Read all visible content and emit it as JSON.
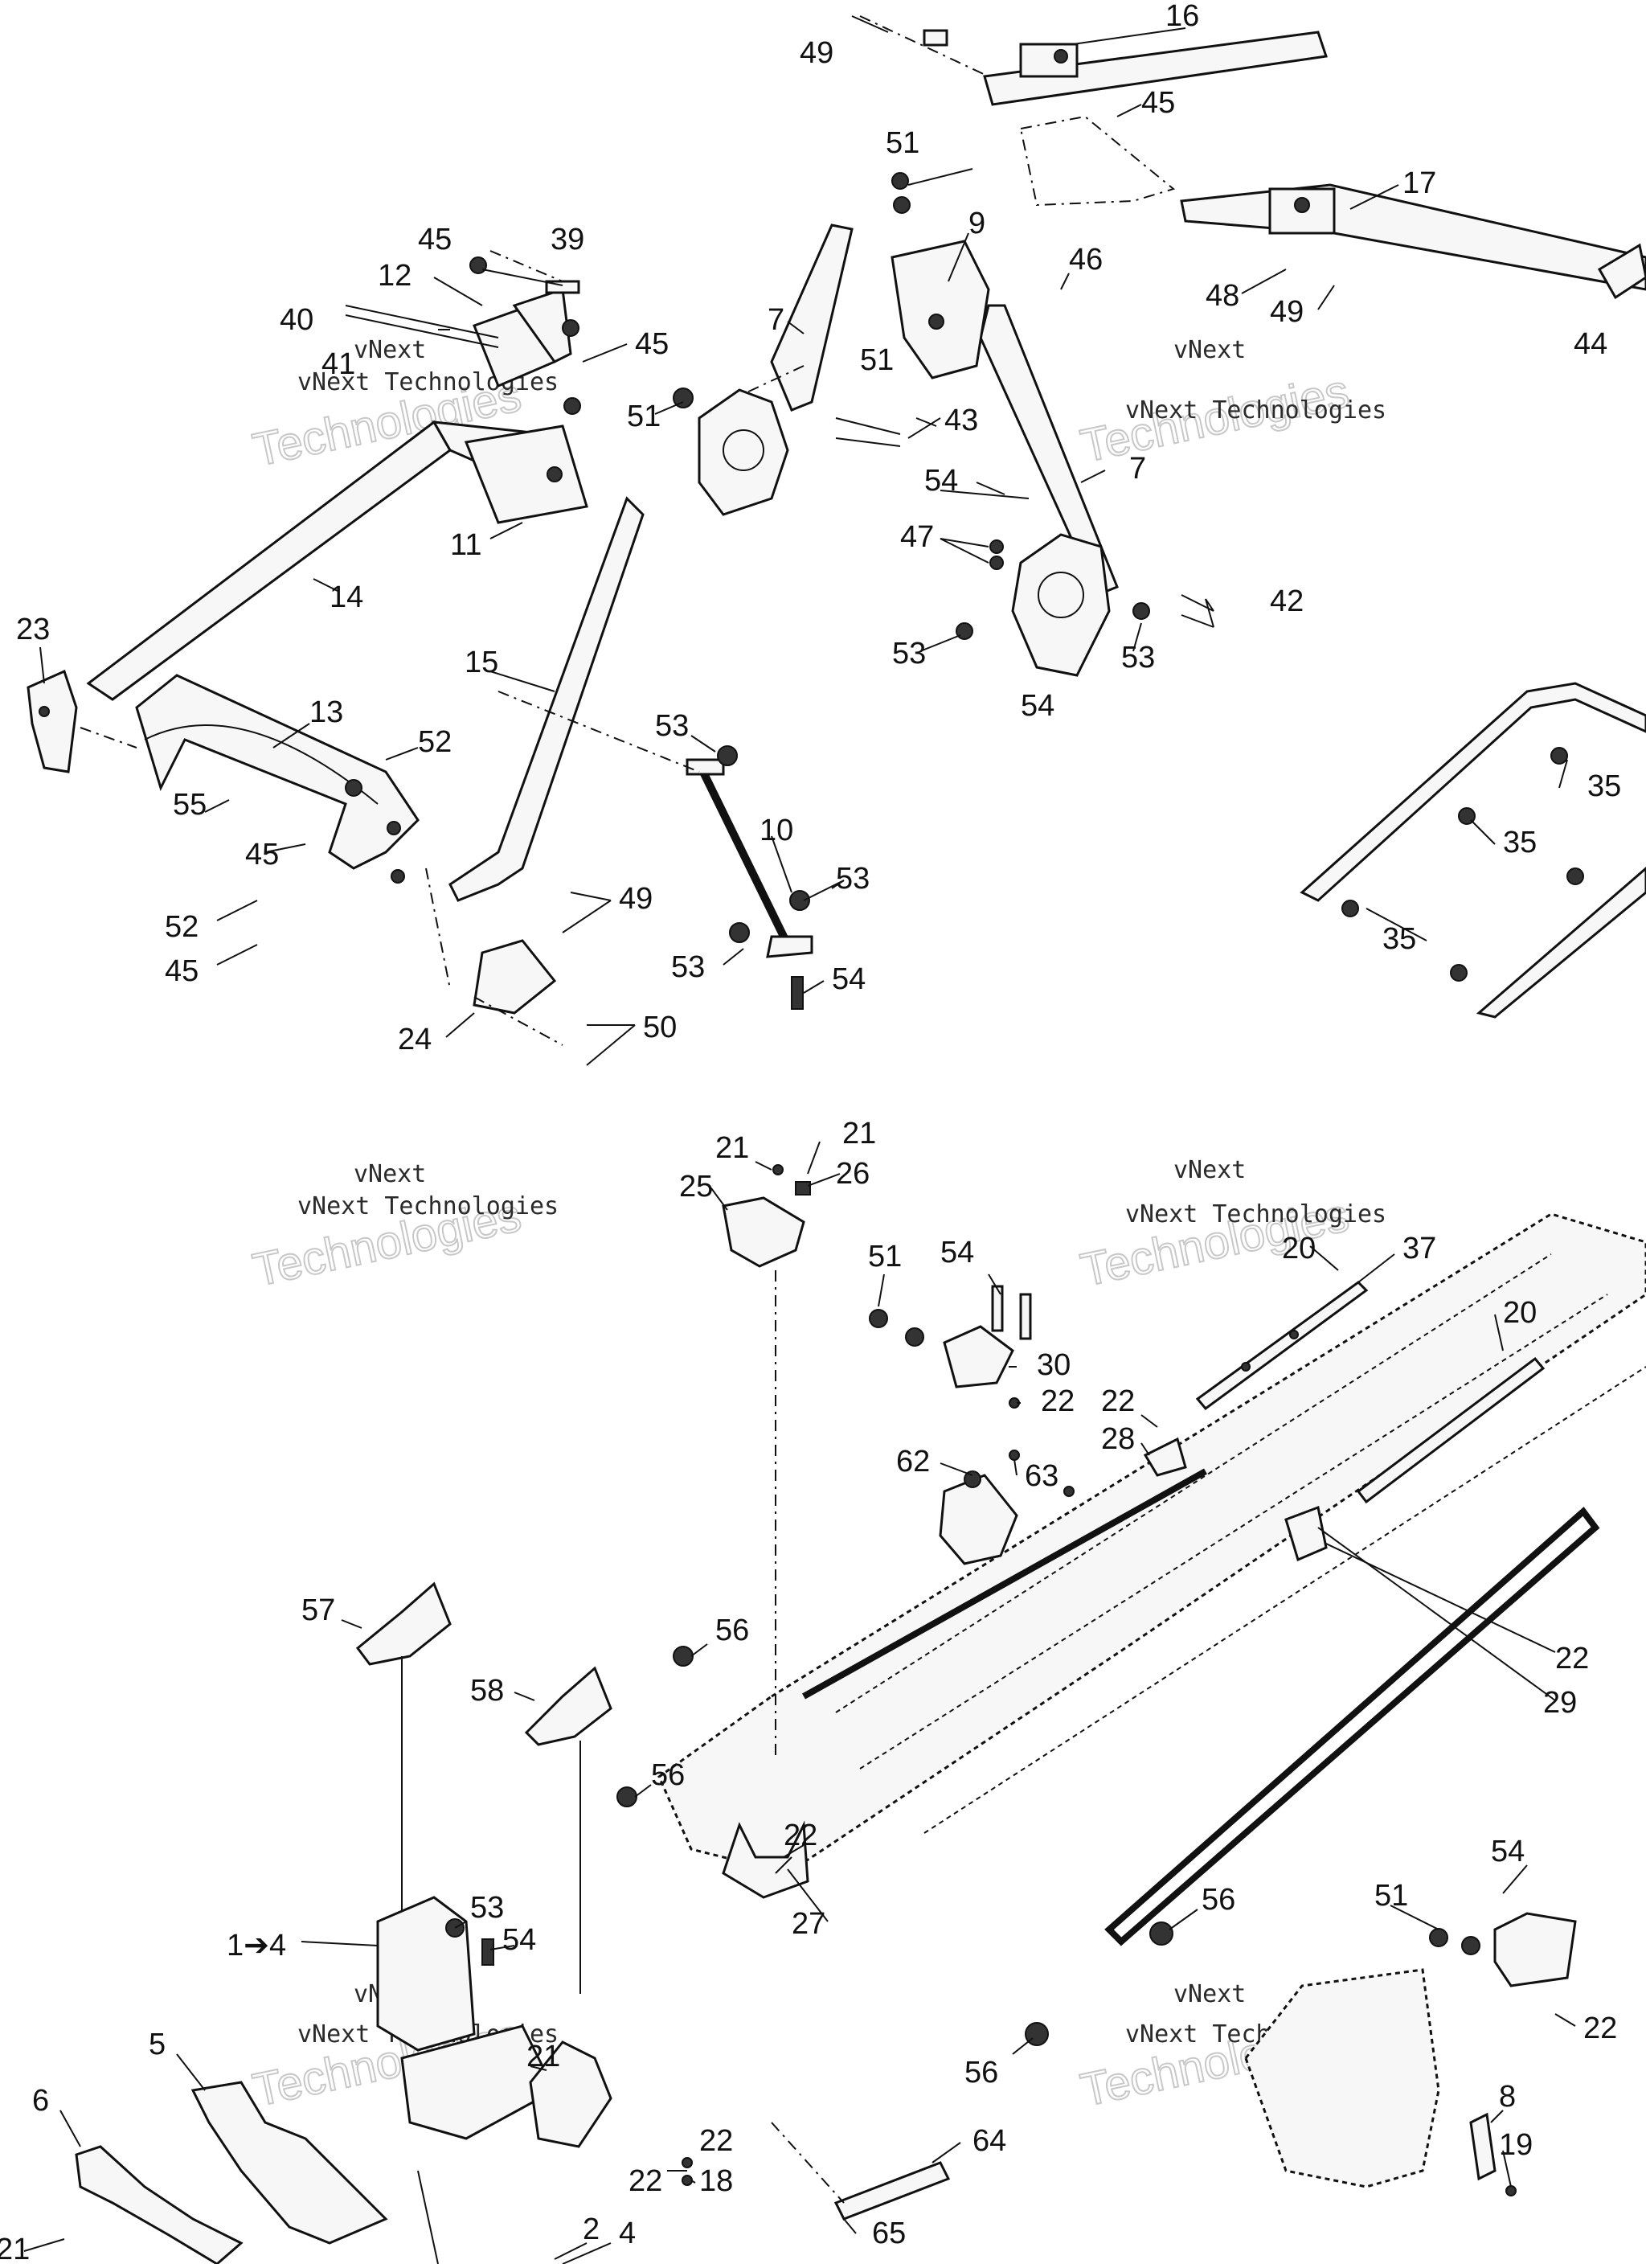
{
  "watermark": {
    "line1": "vNext",
    "line2": "vNext Technologies",
    "line3": "Technologies"
  },
  "callouts": [
    {
      "id": "c49a",
      "text": "49"
    },
    {
      "id": "c16",
      "text": "16"
    },
    {
      "id": "c45a",
      "text": "45"
    },
    {
      "id": "c51a",
      "text": "51"
    },
    {
      "id": "c9",
      "text": "9"
    },
    {
      "id": "c17",
      "text": "17"
    },
    {
      "id": "c46",
      "text": "46"
    },
    {
      "id": "c48",
      "text": "48"
    },
    {
      "id": "c49b",
      "text": "49"
    },
    {
      "id": "c44",
      "text": "44"
    },
    {
      "id": "c45b",
      "text": "45"
    },
    {
      "id": "c39",
      "text": "39"
    },
    {
      "id": "c12",
      "text": "12"
    },
    {
      "id": "c40",
      "text": "40"
    },
    {
      "id": "c45c",
      "text": "45"
    },
    {
      "id": "c41",
      "text": "41"
    },
    {
      "id": "c7a",
      "text": "7"
    },
    {
      "id": "c51b",
      "text": "51"
    },
    {
      "id": "c51c",
      "text": "51"
    },
    {
      "id": "c43",
      "text": "43"
    },
    {
      "id": "c7b",
      "text": "7"
    },
    {
      "id": "c54a",
      "text": "54"
    },
    {
      "id": "c11",
      "text": "11"
    },
    {
      "id": "c14",
      "text": "14"
    },
    {
      "id": "c47",
      "text": "47"
    },
    {
      "id": "c42",
      "text": "42"
    },
    {
      "id": "c23",
      "text": "23"
    },
    {
      "id": "c53a",
      "text": "53"
    },
    {
      "id": "c53b",
      "text": "53"
    },
    {
      "id": "c54b",
      "text": "54"
    },
    {
      "id": "c15",
      "text": "15"
    },
    {
      "id": "c13",
      "text": "13"
    },
    {
      "id": "c52a",
      "text": "52"
    },
    {
      "id": "c53c",
      "text": "53"
    },
    {
      "id": "c35a",
      "text": "35"
    },
    {
      "id": "c55",
      "text": "55"
    },
    {
      "id": "c45d",
      "text": "45"
    },
    {
      "id": "c35b",
      "text": "35"
    },
    {
      "id": "c10",
      "text": "10"
    },
    {
      "id": "c53d",
      "text": "53"
    },
    {
      "id": "c49c",
      "text": "49"
    },
    {
      "id": "c52b",
      "text": "52"
    },
    {
      "id": "c35c",
      "text": "35"
    },
    {
      "id": "c45e",
      "text": "45"
    },
    {
      "id": "c53e",
      "text": "53"
    },
    {
      "id": "c54c",
      "text": "54"
    },
    {
      "id": "c50",
      "text": "50"
    },
    {
      "id": "c24",
      "text": "24"
    },
    {
      "id": "c21a",
      "text": "21"
    },
    {
      "id": "c21b",
      "text": "21"
    },
    {
      "id": "c26",
      "text": "26"
    },
    {
      "id": "c25",
      "text": "25"
    },
    {
      "id": "c20a",
      "text": "20"
    },
    {
      "id": "c37",
      "text": "37"
    },
    {
      "id": "c51d",
      "text": "51"
    },
    {
      "id": "c54d",
      "text": "54"
    },
    {
      "id": "c20b",
      "text": "20"
    },
    {
      "id": "c30",
      "text": "30"
    },
    {
      "id": "c22a",
      "text": "22"
    },
    {
      "id": "c22b",
      "text": "22"
    },
    {
      "id": "c28",
      "text": "28"
    },
    {
      "id": "c62",
      "text": "62"
    },
    {
      "id": "c63",
      "text": "63"
    },
    {
      "id": "c57",
      "text": "57"
    },
    {
      "id": "c56a",
      "text": "56"
    },
    {
      "id": "c22c",
      "text": "22"
    },
    {
      "id": "c29",
      "text": "29"
    },
    {
      "id": "c58",
      "text": "58"
    },
    {
      "id": "c56b",
      "text": "56"
    },
    {
      "id": "c22d",
      "text": "22"
    },
    {
      "id": "c53f",
      "text": "53"
    },
    {
      "id": "c56c",
      "text": "56"
    },
    {
      "id": "c54e",
      "text": "54"
    },
    {
      "id": "c51e",
      "text": "51"
    },
    {
      "id": "c1to4",
      "text": "1➔4"
    },
    {
      "id": "c54f",
      "text": "54"
    },
    {
      "id": "c27",
      "text": "27"
    },
    {
      "id": "c22e",
      "text": "22"
    },
    {
      "id": "c5",
      "text": "5"
    },
    {
      "id": "c21c",
      "text": "21"
    },
    {
      "id": "c56d",
      "text": "56"
    },
    {
      "id": "c6",
      "text": "6"
    },
    {
      "id": "c22f",
      "text": "22"
    },
    {
      "id": "c8",
      "text": "8"
    },
    {
      "id": "c21d",
      "text": "21"
    },
    {
      "id": "c22g",
      "text": "22"
    },
    {
      "id": "c18",
      "text": "18"
    },
    {
      "id": "c64",
      "text": "64"
    },
    {
      "id": "c19",
      "text": "19"
    },
    {
      "id": "c2",
      "text": "2"
    },
    {
      "id": "c4",
      "text": "4"
    },
    {
      "id": "c65",
      "text": "65"
    }
  ]
}
